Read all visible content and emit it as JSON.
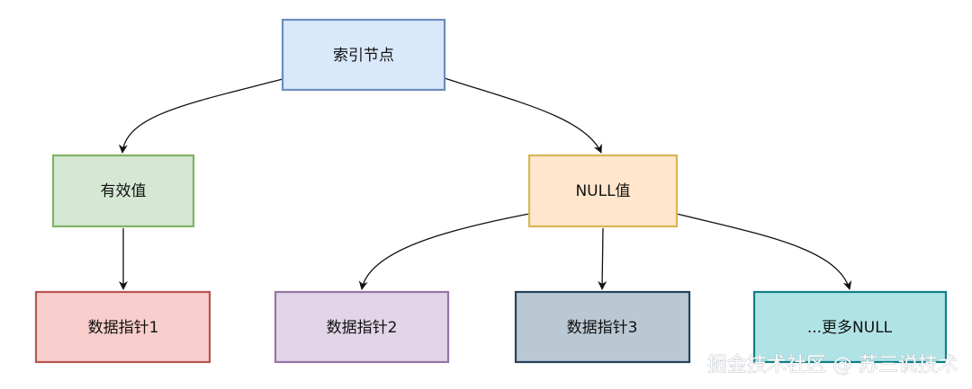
{
  "nodes": {
    "root": {
      "label": "索引节点",
      "fill": "#dae8fc",
      "stroke": "#6c8ebf"
    },
    "valid": {
      "label": "有效值",
      "fill": "#d5e8d4",
      "stroke": "#82b366"
    },
    "null": {
      "label": "NULL值",
      "fill": "#ffe6cc",
      "stroke": "#d6b656"
    },
    "ptr1": {
      "label": "数据指针1",
      "fill": "#f8cecc",
      "stroke": "#b85450"
    },
    "ptr2": {
      "label": "数据指针2",
      "fill": "#e1d5e7",
      "stroke": "#9673a6"
    },
    "ptr3": {
      "label": "数据指针3",
      "fill": "#bac8d3",
      "stroke": "#23445d"
    },
    "more": {
      "label": "...更多NULL",
      "fill": "#b0e3e6",
      "stroke": "#0e8088"
    }
  },
  "watermark": "掘金技术社区 @ 苏三说技术"
}
